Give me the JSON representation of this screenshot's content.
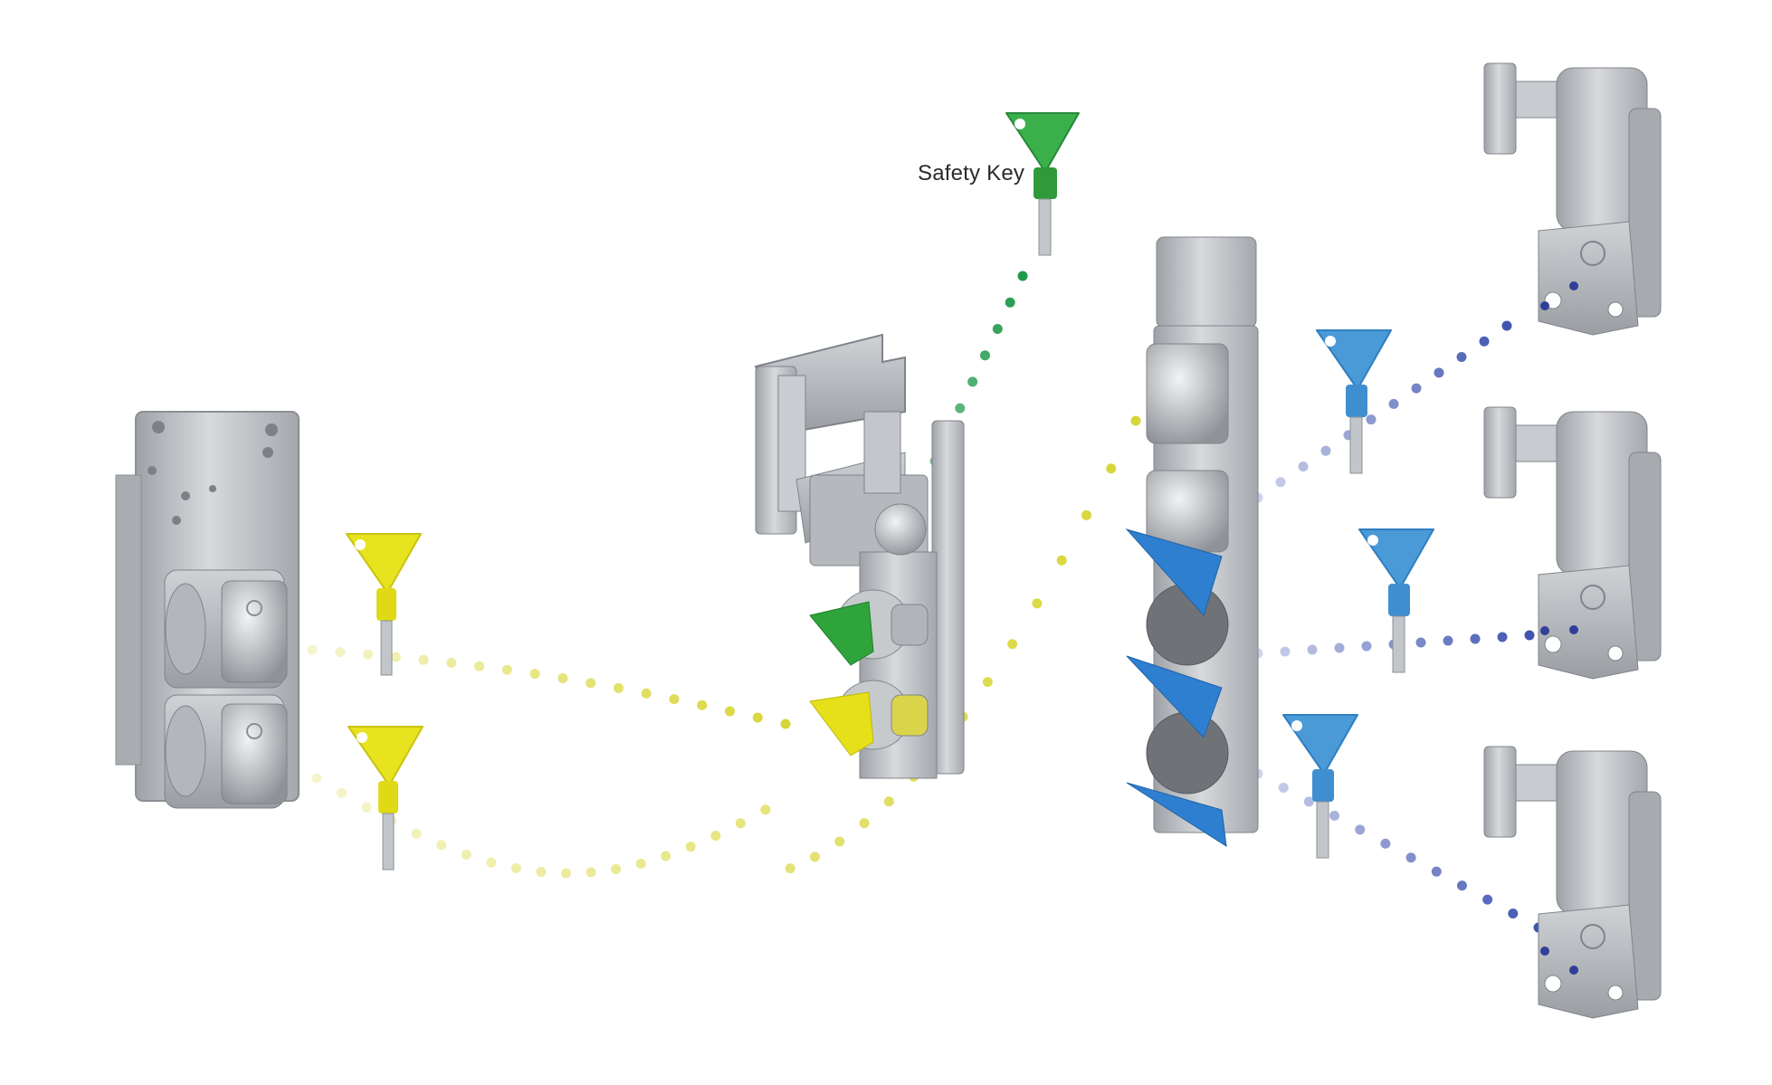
{
  "labels": {
    "safety_key": "Safety Key"
  },
  "colors": {
    "green": "#3aa93c",
    "yellow": "#e6e21a",
    "blue": "#4a9ad8",
    "navy": "#2f3f9a",
    "steel": "#b9bcc0",
    "steel_dark": "#8e9297",
    "steel_light": "#dfe1e3"
  },
  "icons": [
    "trapped-key-interlock",
    "safety-key",
    "key-exchange-unit",
    "hinge-lock-interlock"
  ]
}
